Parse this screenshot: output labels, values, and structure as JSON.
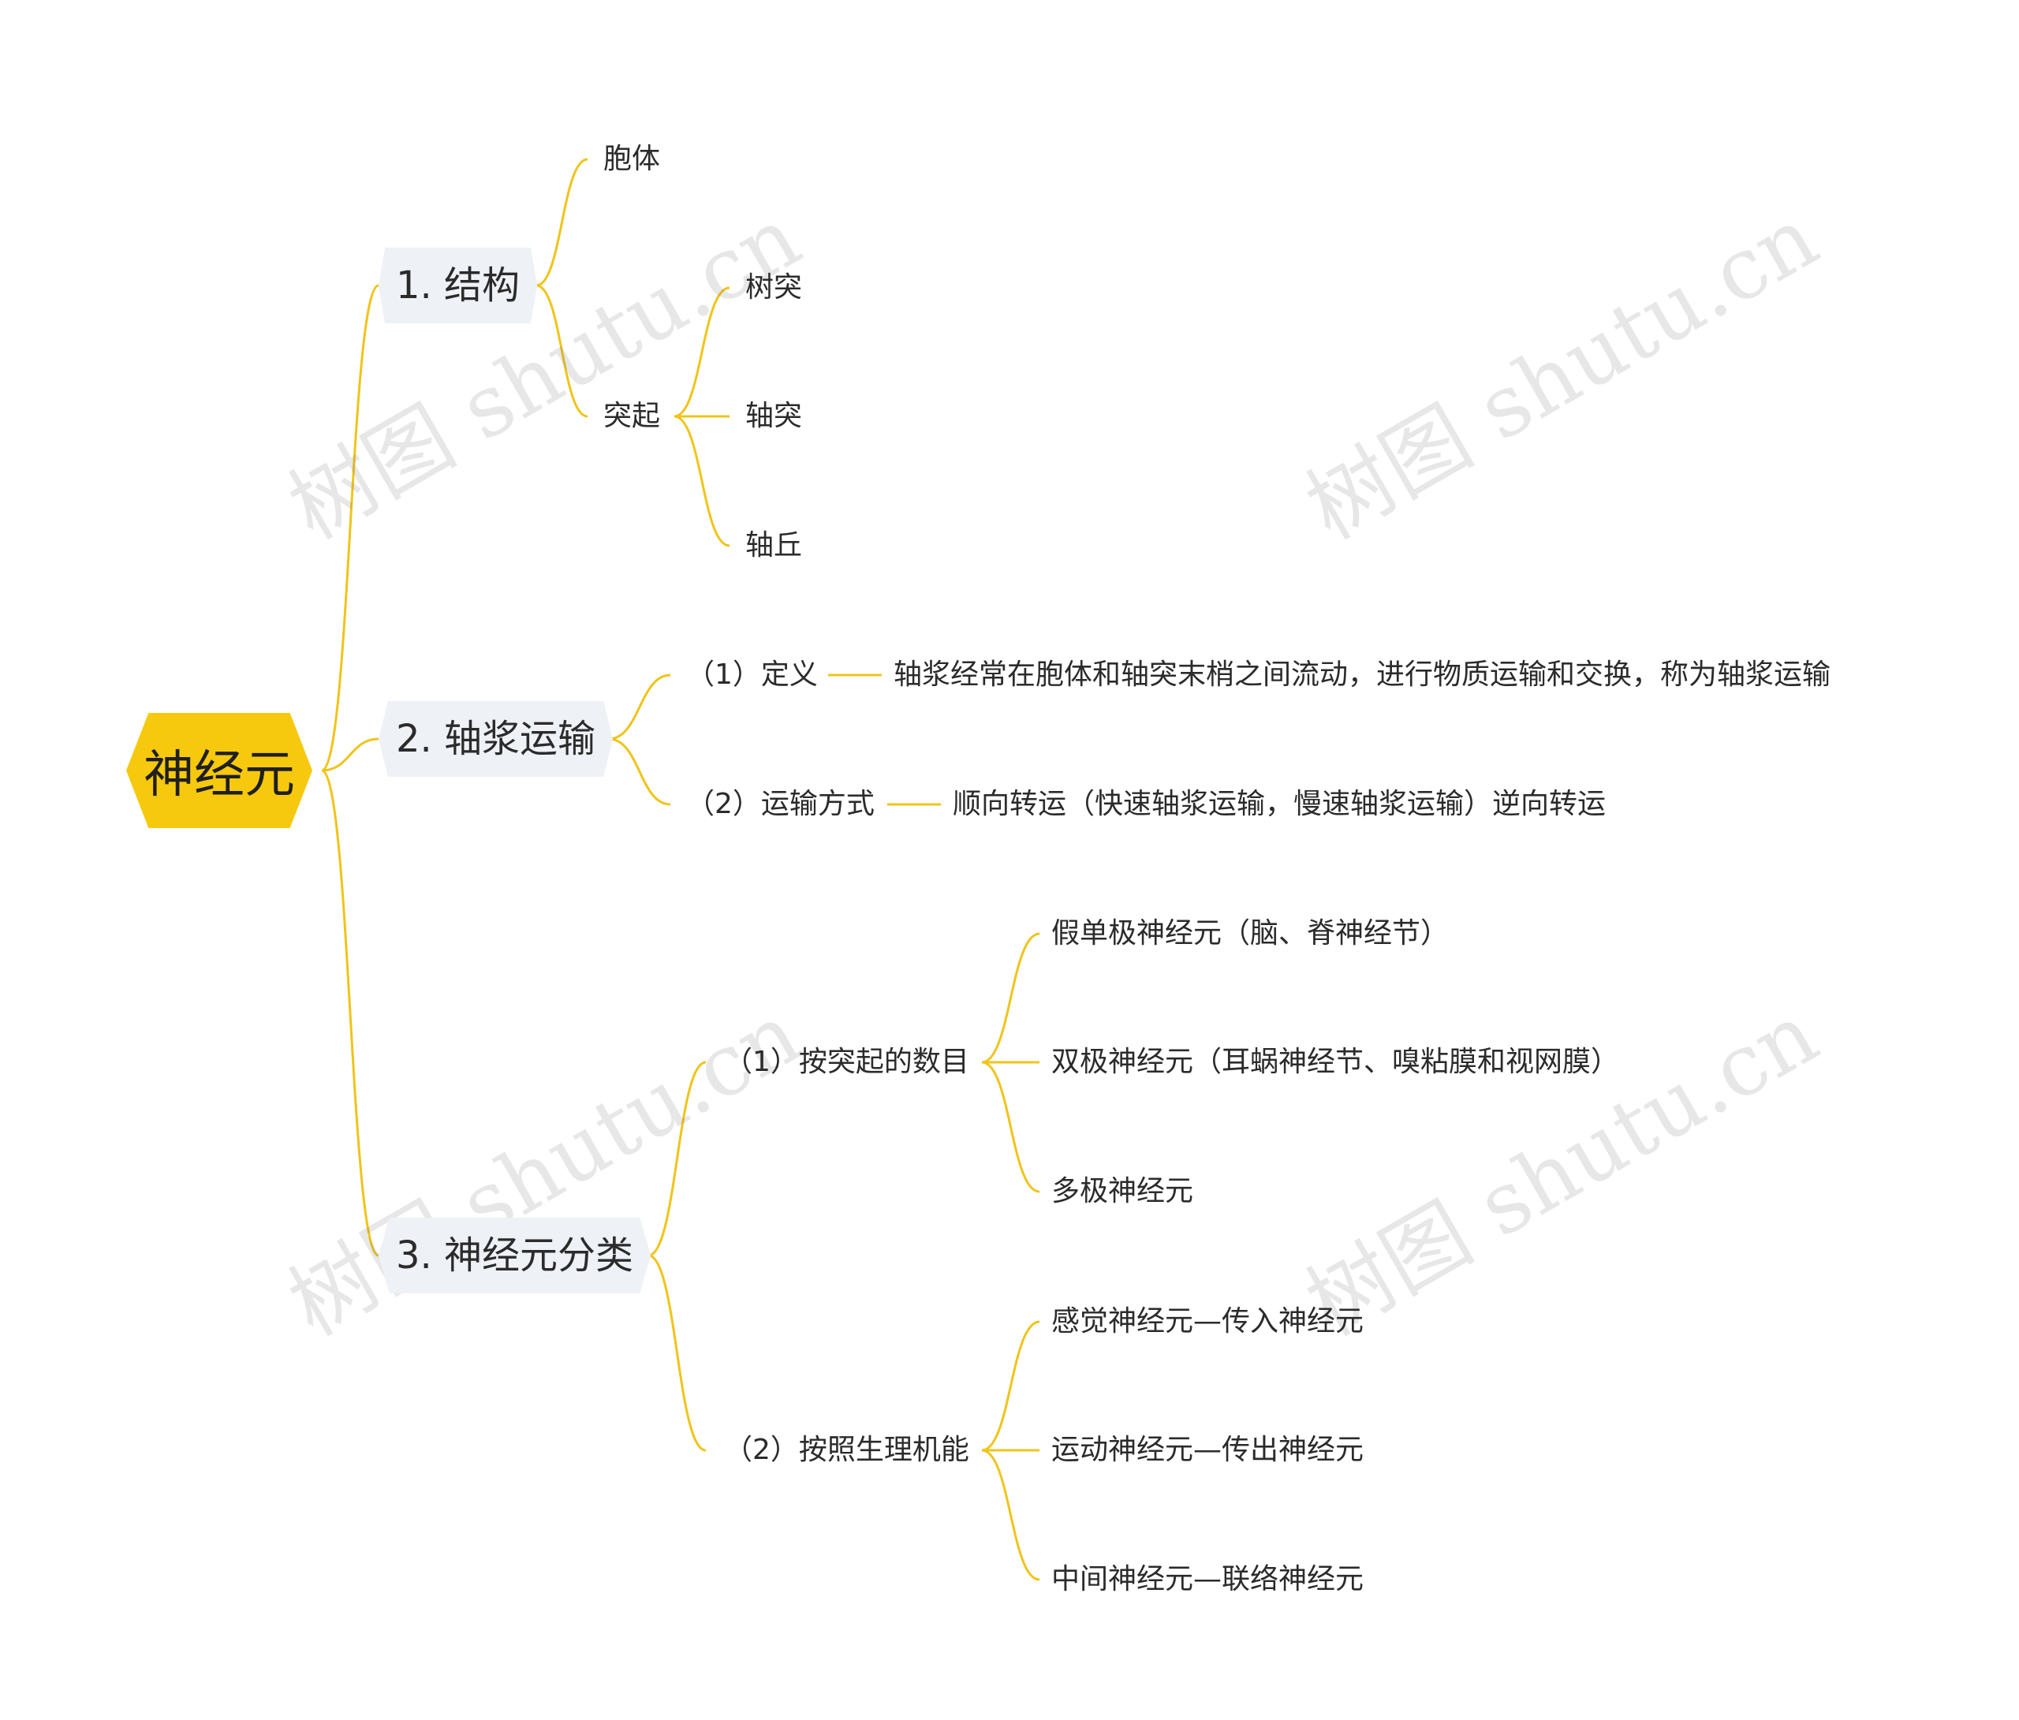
{
  "watermark": "树图 shutu.cn",
  "colors": {
    "root": "#f6c90e",
    "line": "#f0c419",
    "branch_bg": "#eef1f6",
    "text": "#2b2b2b"
  },
  "root": "神经元",
  "branches": [
    {
      "label": "1. 结构",
      "children": [
        {
          "label": "胞体"
        },
        {
          "label": "突起",
          "children": [
            "树突",
            "轴突",
            "轴丘"
          ]
        }
      ]
    },
    {
      "label": "2. 轴浆运输",
      "children": [
        {
          "label": "（1）定义",
          "detail": "轴浆经常在胞体和轴突末梢之间流动，进行物质运输和交换，称为轴浆运输"
        },
        {
          "label": "（2）运输方式",
          "detail": "顺向转运（快速轴浆运输，慢速轴浆运输）逆向转运"
        }
      ]
    },
    {
      "label": "3. 神经元分类",
      "children": [
        {
          "label": "（1）按突起的数目",
          "children": [
            "假单极神经元（脑、脊神经节）",
            "双极神经元（耳蜗神经节、嗅粘膜和视网膜）",
            "多极神经元"
          ]
        },
        {
          "label": "（2）按照生理机能",
          "children": [
            "感觉神经元—传入神经元",
            "运动神经元—传出神经元",
            "中间神经元—联络神经元"
          ]
        }
      ]
    }
  ]
}
